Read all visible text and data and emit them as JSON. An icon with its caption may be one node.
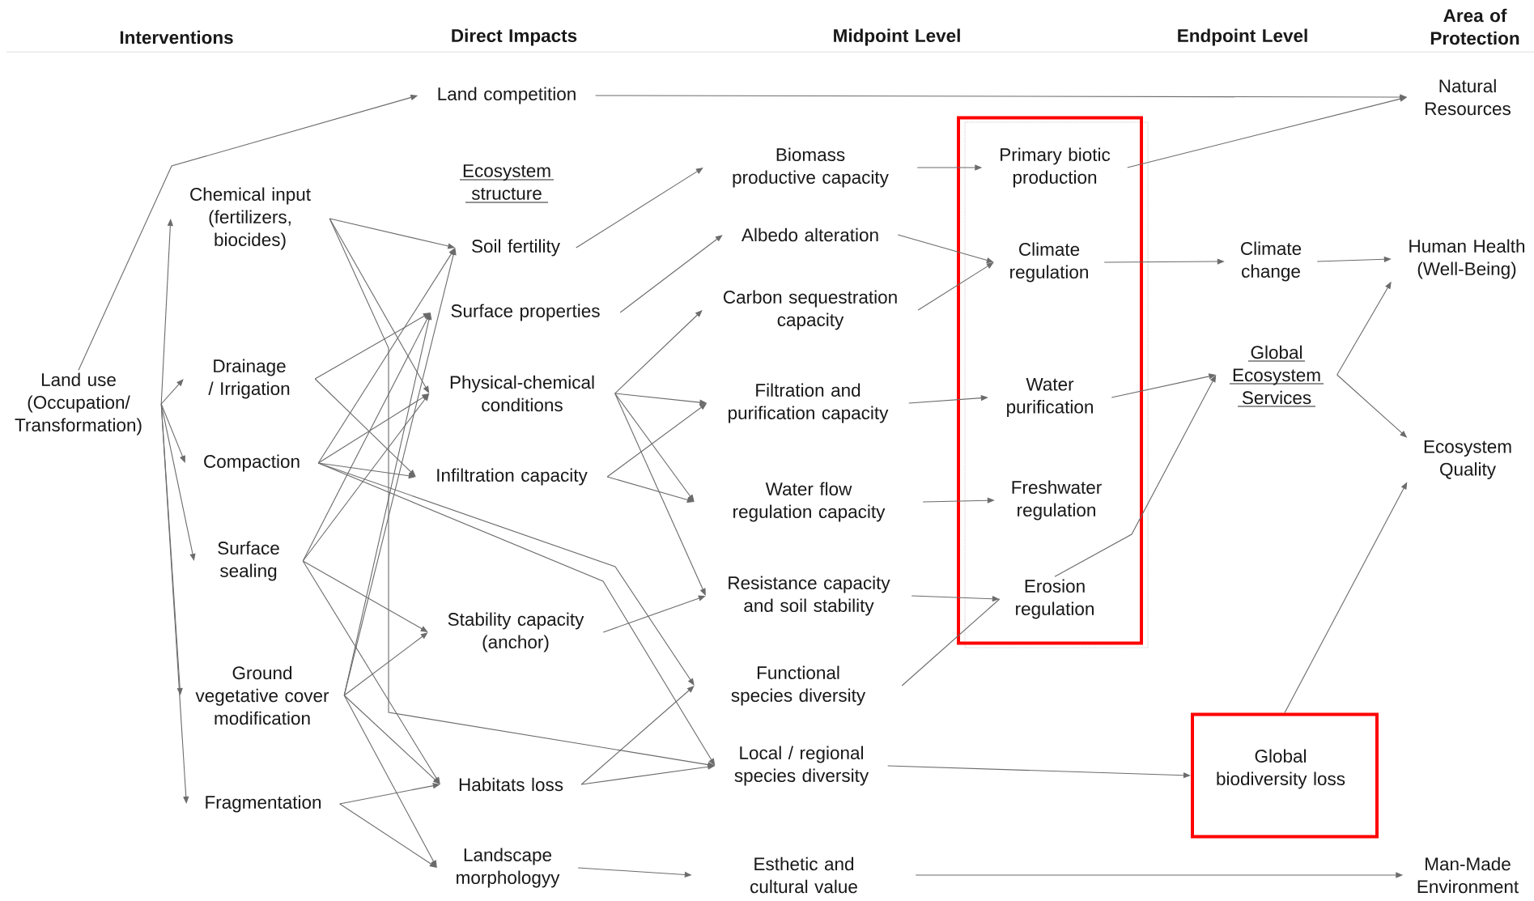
{
  "diagram": {
    "nodes": [
      {
        "text": [
          "Land use (Occupation/ Transformation)"
        ]
      },
      {
        "text": [
          "Chemical input (fertilizers, biocides)"
        ]
      },
      {
        "text": [
          "Drainage / Irrigation"
        ]
      },
      {
        "text": [
          "Compaction"
        ]
      },
      {
        "text": [
          "Surface sealing"
        ]
      },
      {
        "text": [
          "Ground vegetative cover modification"
        ]
      },
      {
        "text": [
          "Fragmentation"
        ]
      },
      {
        "text": [
          "Land competition"
        ]
      },
      {
        "text": [
          "Soil fertility"
        ]
      },
      {
        "text": [
          "Surface properties"
        ]
      },
      {
        "text": [
          "Physical-chemical conditions"
        ]
      },
      {
        "text": [
          "Infiltration capacity"
        ]
      },
      {
        "text": [
          "Stability capacity (anchor)"
        ]
      },
      {
        "text": [
          "Habitats loss"
        ]
      },
      {
        "text": [
          "Landscape morphologyy"
        ]
      },
      {
        "text": [
          "Biomass productive capacity"
        ]
      },
      {
        "text": [
          "Albedo alteration"
        ]
      },
      {
        "text": [
          "Carbon sequestration capacity"
        ]
      },
      {
        "text": [
          "Filtration and purification capacity"
        ]
      },
      {
        "text": [
          "Water flow regulation capacity"
        ]
      },
      {
        "text": [
          "Resistance capacity and soil stability"
        ]
      },
      {
        "text": [
          "Functional species diversity"
        ]
      },
      {
        "text": [
          "Local / regional species diversity"
        ]
      },
      {
        "text": [
          "Esthetic and cultural value"
        ]
      },
      {
        "text": [],
        "shape": "box"
      },
      {
        "text": [
          "Primary biotic production"
        ],
        "in": 24
      },
      {
        "text": [
          "Climate regulation"
        ],
        "in": 24
      },
      {
        "text": [
          "Water purification"
        ],
        "in": 24
      },
      {
        "text": [
          "Freshwater regulation"
        ],
        "in": 24
      },
      {
        "text": [
          "Erosion regulation"
        ],
        "in": 24
      },
      {
        "text": [
          "Climate change"
        ]
      },
      {
        "text": [
          "Global Ecosystem Services"
        ]
      },
      {
        "text": [],
        "shape": "box"
      },
      {
        "text": [
          "Global biodiversity loss"
        ],
        "in": 32
      },
      {
        "text": [
          "Natural Resources"
        ]
      },
      {
        "text": [
          "Human Health (Well-Being)"
        ]
      },
      {
        "text": [
          "Ecosystem Quality"
        ]
      },
      {
        "text": [
          "Man-Made Environment"
        ]
      }
    ],
    "edges": [
      {
        "from": 0,
        "to": 1,
        "arrow": "to"
      },
      {
        "from": 0,
        "to": 2,
        "arrow": "to"
      },
      {
        "from": 0,
        "to": 3,
        "arrow": "to"
      },
      {
        "from": 0,
        "to": 4,
        "arrow": "to"
      },
      {
        "from": 0,
        "to": 5,
        "arrow": "to"
      },
      {
        "from": 0,
        "to": 6,
        "arrow": "to"
      },
      {
        "from": 0,
        "to": 7,
        "arrow": "to"
      },
      {
        "from": 1,
        "to": 8,
        "arrow": "to"
      },
      {
        "from": 1,
        "to": 10,
        "arrow": "to"
      },
      {
        "from": 1,
        "to": 22,
        "arrow": "to"
      },
      {
        "from": 2,
        "to": 9,
        "arrow": "to"
      },
      {
        "from": 2,
        "to": 11,
        "arrow": "to"
      },
      {
        "from": 3,
        "to": 8,
        "arrow": "to"
      },
      {
        "from": 3,
        "to": 10,
        "arrow": "to"
      },
      {
        "from": 3,
        "to": 11,
        "arrow": "to"
      },
      {
        "from": 3,
        "to": 21,
        "arrow": "to"
      },
      {
        "from": 3,
        "to": 22,
        "arrow": "to"
      },
      {
        "from": 4,
        "to": 9,
        "arrow": "to"
      },
      {
        "from": 4,
        "to": 10,
        "arrow": "to"
      },
      {
        "from": 4,
        "to": 12,
        "arrow": "to"
      },
      {
        "from": 4,
        "to": 13,
        "arrow": "to"
      },
      {
        "from": 5,
        "to": 8,
        "arrow": "to"
      },
      {
        "from": 5,
        "to": 9,
        "arrow": "to"
      },
      {
        "from": 5,
        "to": 12,
        "arrow": "to"
      },
      {
        "from": 5,
        "to": 13,
        "arrow": "to"
      },
      {
        "from": 5,
        "to": 14,
        "arrow": "to"
      },
      {
        "from": 6,
        "to": 13,
        "arrow": "to"
      },
      {
        "from": 6,
        "to": 14,
        "arrow": "to"
      },
      {
        "from": 7,
        "to": 34,
        "arrow": "to"
      },
      {
        "from": 8,
        "to": 15,
        "arrow": "to"
      },
      {
        "from": 9,
        "to": 16,
        "arrow": "to"
      },
      {
        "from": 10,
        "to": 17,
        "arrow": "to"
      },
      {
        "from": 10,
        "to": 18,
        "arrow": "to"
      },
      {
        "from": 10,
        "to": 19,
        "arrow": "to"
      },
      {
        "from": 10,
        "to": 20,
        "arrow": "to"
      },
      {
        "from": 11,
        "to": 18,
        "arrow": "to"
      },
      {
        "from": 11,
        "to": 19,
        "arrow": "to"
      },
      {
        "from": 12,
        "to": 20,
        "arrow": "to"
      },
      {
        "from": 13,
        "to": 21,
        "arrow": "to"
      },
      {
        "from": 13,
        "to": 22,
        "arrow": "to"
      },
      {
        "from": 14,
        "to": 23,
        "arrow": "to"
      },
      {
        "from": 15,
        "to": 25,
        "arrow": "to"
      },
      {
        "from": 16,
        "to": 26,
        "arrow": "to"
      },
      {
        "from": 17,
        "to": 26,
        "arrow": "to"
      },
      {
        "from": 18,
        "to": 27,
        "arrow": "to"
      },
      {
        "from": 19,
        "to": 28,
        "arrow": "to"
      },
      {
        "from": 20,
        "to": 29,
        "arrow": "to"
      },
      {
        "from": 21,
        "to": 29,
        "arrow": "none"
      },
      {
        "from": 25,
        "to": 34,
        "arrow": "to"
      },
      {
        "from": 26,
        "to": 30,
        "arrow": "to"
      },
      {
        "from": 27,
        "to": 31,
        "arrow": "to"
      },
      {
        "from": 29,
        "to": 31,
        "arrow": "to"
      },
      {
        "from": 30,
        "to": 35,
        "arrow": "to"
      },
      {
        "from": 31,
        "to": 35,
        "arrow": "to"
      },
      {
        "from": 31,
        "to": 36,
        "arrow": "to"
      },
      {
        "from": 22,
        "to": 32,
        "arrow": "to"
      },
      {
        "from": 32,
        "to": 36,
        "arrow": "to"
      },
      {
        "from": 23,
        "to": 37,
        "arrow": "to"
      }
    ],
    "labels": [
      "Interventions",
      "Direct Impacts",
      "Midpoint Level",
      "Endpoint Level",
      "Area of Protection",
      "Ecosystem structure"
    ]
  }
}
